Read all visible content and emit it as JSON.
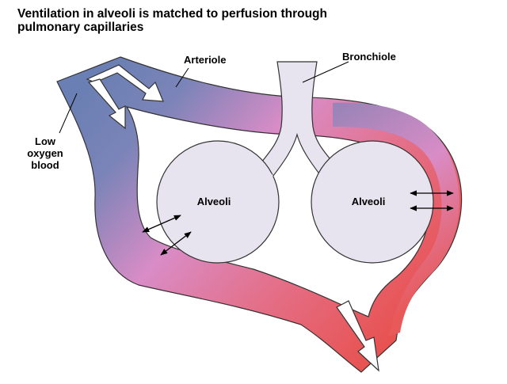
{
  "title": {
    "line1": "Ventilation in alveoli is matched to perfusion through",
    "line2": "pulmonary capillaries"
  },
  "labels": {
    "arteriole": "Arteriole",
    "bronchiole": "Bronchiole",
    "low_oxygen_line1": "Low",
    "low_oxygen_line2": "oxygen",
    "low_oxygen_line3": "blood",
    "alveoli_left": "Alveoli",
    "alveoli_right": "Alveoli"
  },
  "colors": {
    "deoxygenated": "#6a7fb3",
    "mixed": "#d98cc6",
    "oxygenated": "#e8504c",
    "airway": "#e8e4ef",
    "outline": "#333333"
  }
}
